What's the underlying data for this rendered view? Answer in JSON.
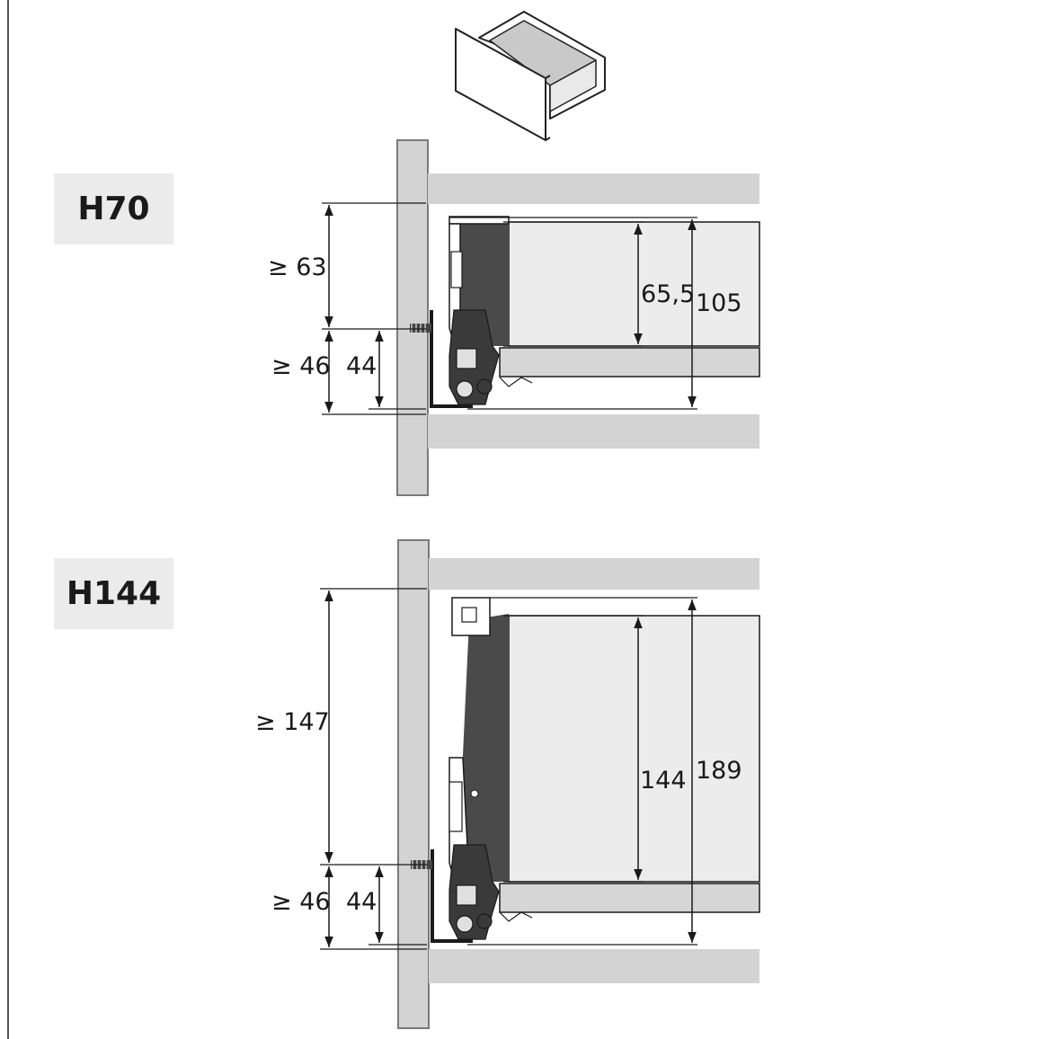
{
  "variants": [
    {
      "name": "H70",
      "dims": {
        "min_upper": "≥ 63",
        "min_lower": "≥ 46",
        "rail": "44",
        "inner": "65,5",
        "total": "105"
      }
    },
    {
      "name": "H144",
      "dims": {
        "min_upper": "≥ 147",
        "min_lower": "≥ 46",
        "rail": "44",
        "inner": "144",
        "total": "189"
      }
    }
  ],
  "colors": {
    "panel": "#d3d3d3",
    "panel_stroke": "#9a9a9a",
    "drawer_side": "#ececec",
    "runner": "#4a4a4a",
    "line": "#1a1a1a",
    "label_bg": "#ebebeb"
  },
  "icons": [
    "drawer-icon"
  ]
}
